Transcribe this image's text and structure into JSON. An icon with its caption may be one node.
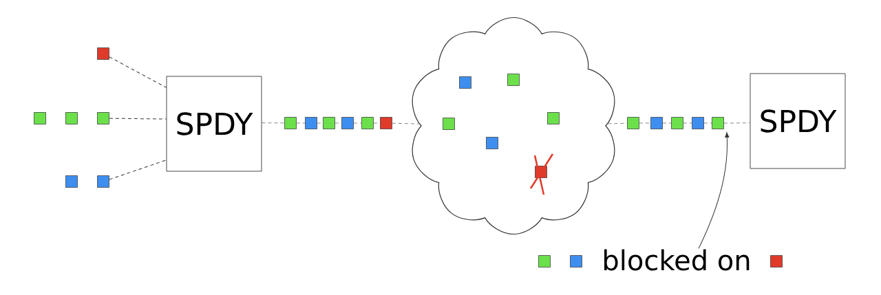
{
  "diagram": {
    "nodes": [
      {
        "text": [],
        "shape": "box"
      },
      {
        "text": [],
        "shape": "box"
      },
      {
        "text": [],
        "shape": "box"
      },
      {
        "text": [],
        "shape": "box"
      },
      {
        "text": [],
        "shape": "box"
      },
      {
        "text": [],
        "shape": "box"
      },
      {
        "text": [
          "SPDY"
        ]
      },
      {
        "text": [],
        "shape": "box"
      },
      {
        "text": [],
        "shape": "box"
      },
      {
        "text": [],
        "shape": "box"
      },
      {
        "text": [],
        "shape": "box"
      },
      {
        "text": [],
        "shape": "box"
      },
      {
        "text": [],
        "shape": "box"
      },
      {
        "text": [],
        "shape": "cloud"
      },
      {
        "text": [],
        "shape": "box",
        "in": 13
      },
      {
        "text": [],
        "shape": "box",
        "in": 13
      },
      {
        "text": [],
        "shape": "box",
        "in": 13
      },
      {
        "text": [],
        "shape": "box",
        "in": 13
      },
      {
        "text": [],
        "shape": "box",
        "in": 13
      },
      {
        "text": [],
        "shape": "box",
        "in": 13
      },
      {
        "text": [],
        "shape": "box"
      },
      {
        "text": [],
        "shape": "box"
      },
      {
        "text": [],
        "shape": "box"
      },
      {
        "text": [],
        "shape": "box"
      },
      {
        "text": [],
        "shape": "box"
      },
      {
        "text": [
          "SPDY"
        ]
      },
      {
        "text": [],
        "shape": "box"
      },
      {
        "text": [],
        "shape": "box"
      },
      {
        "text": [
          "blocked on"
        ]
      },
      {
        "text": [],
        "shape": "box"
      }
    ],
    "edges": [
      {
        "from": 0,
        "to": 6,
        "arrow": "none",
        "style": "dashed"
      },
      {
        "from": 3,
        "to": 6,
        "arrow": "none",
        "style": "dashed"
      },
      {
        "from": 5,
        "to": 6,
        "arrow": "none",
        "style": "dashed"
      },
      {
        "from": 6,
        "to": 7,
        "arrow": "none",
        "style": "dashed",
        "color": "#888888"
      },
      {
        "from": 7,
        "to": 8,
        "arrow": "none",
        "style": "dashed",
        "color": "#888888"
      },
      {
        "from": 8,
        "to": 9,
        "arrow": "none",
        "style": "dashed",
        "color": "#888888"
      },
      {
        "from": 9,
        "to": 10,
        "arrow": "none",
        "style": "dashed",
        "color": "#888888"
      },
      {
        "from": 10,
        "to": 11,
        "arrow": "none",
        "style": "dashed",
        "color": "#888888"
      },
      {
        "from": 11,
        "to": 12,
        "arrow": "none",
        "style": "dashed",
        "color": "#888888"
      },
      {
        "from": 12,
        "to": 13,
        "arrow": "none",
        "style": "dashed",
        "color": "#888888"
      },
      {
        "from": 13,
        "to": 20,
        "arrow": "none",
        "style": "dashed",
        "color": "#888888"
      },
      {
        "from": 20,
        "to": 21,
        "arrow": "none",
        "style": "dashed",
        "color": "#888888"
      },
      {
        "from": 21,
        "to": 22,
        "arrow": "none",
        "style": "dashed",
        "color": "#888888"
      },
      {
        "from": 22,
        "to": 23,
        "arrow": "none",
        "style": "dashed",
        "color": "#888888"
      },
      {
        "from": 23,
        "to": 24,
        "arrow": "none",
        "style": "dashed",
        "color": "#888888"
      },
      {
        "from": 24,
        "to": 25,
        "arrow": "none",
        "style": "dashed",
        "color": "#888888"
      },
      {
        "from": 28,
        "to": 24,
        "arrow": "to"
      }
    ]
  }
}
